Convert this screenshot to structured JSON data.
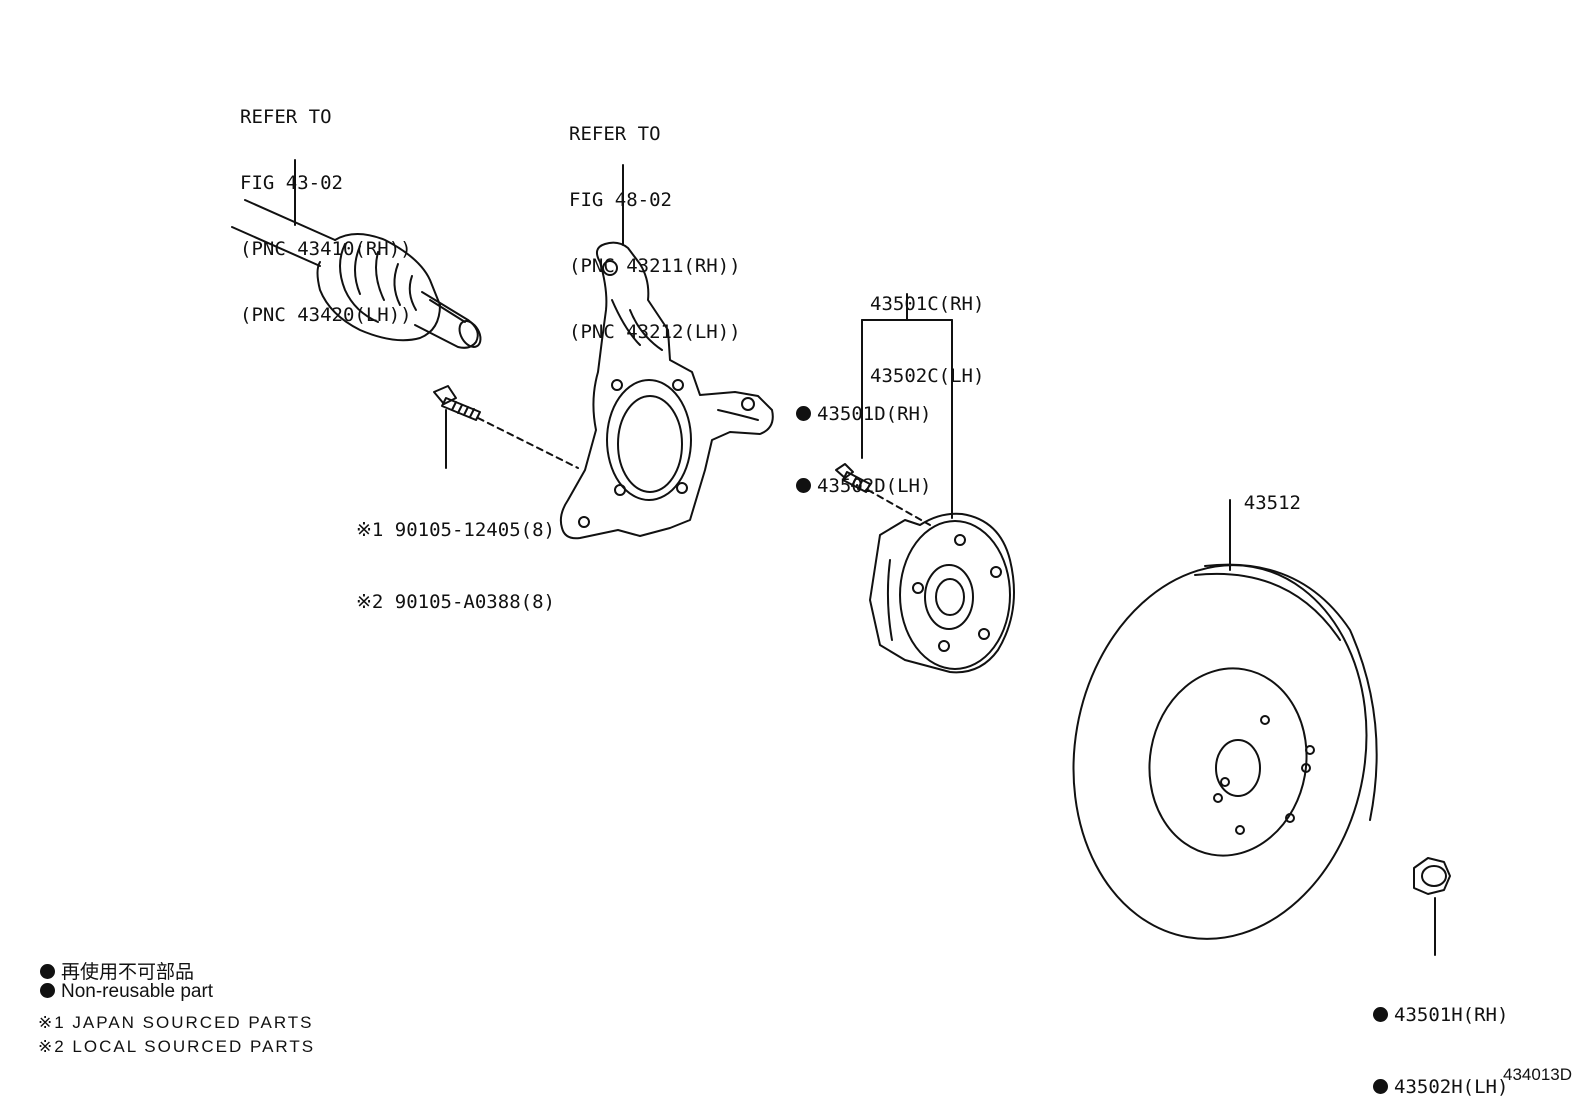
{
  "callouts": {
    "axle_ref": [
      "REFER TO",
      "FIG 43-02",
      "(PNC 43410(RH))",
      "(PNC 43420(LH))"
    ],
    "knuckle_ref": [
      "REFER TO",
      "FIG 48-02",
      "(PNC 43211(RH))",
      "(PNC 43212(LH))"
    ],
    "bolt": [
      "※1 90105-12405(8)",
      "※2 90105-A0388(8)"
    ],
    "hub": [
      "43501C(RH)",
      "43502C(LH)"
    ],
    "hub_bolt": [
      "43501D(RH)",
      "43502D(LH)"
    ],
    "rotor": "43512",
    "nut": [
      "43501H(RH)",
      "43502H(LH)"
    ]
  },
  "legend": {
    "line1": "再使用不可部品",
    "line2": "Non-reusable part",
    "line3": "※1 JAPAN SOURCED PARTS",
    "line4": "※2 LOCAL SOURCED PARTS"
  },
  "figure_code": "434013D"
}
